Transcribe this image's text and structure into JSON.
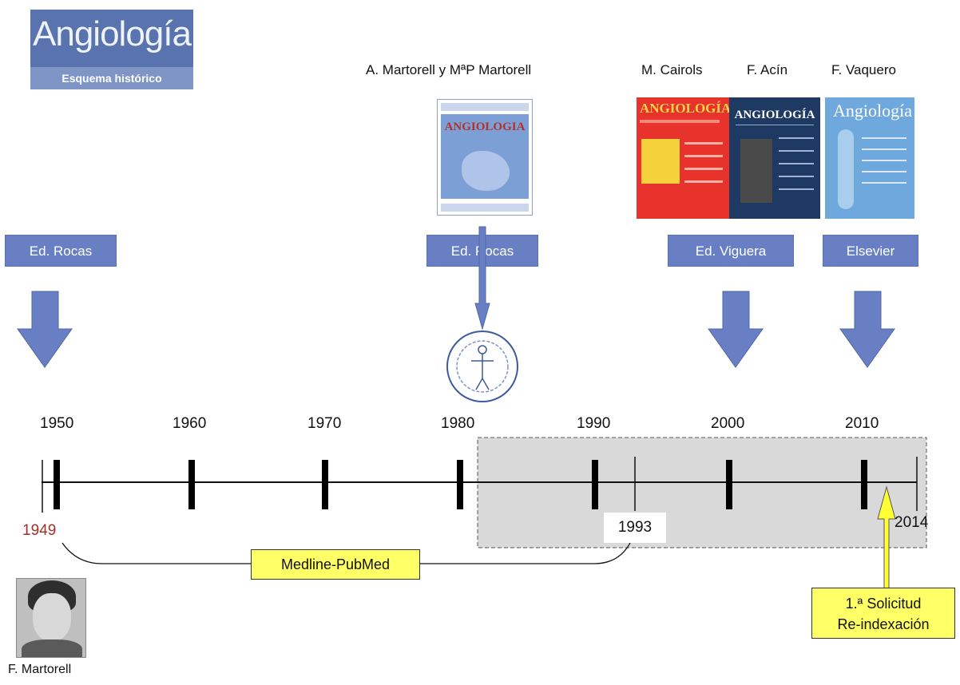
{
  "logo": {
    "title": "Angiología",
    "subtitle": "Esquema histórico"
  },
  "editors": [
    {
      "name": "A. Martorell  y MªP Martorell"
    },
    {
      "name": "M. Cairols"
    },
    {
      "name": "F. Acín"
    },
    {
      "name": "F. Vaquero"
    }
  ],
  "publishers": [
    {
      "label": "Ed. Rocas"
    },
    {
      "label": "Ed. Rocas"
    },
    {
      "label": "Ed. Viguera"
    },
    {
      "label": "Elsevier"
    }
  ],
  "covers": [
    {
      "title": "ANGIOLOGIA",
      "color": "#7c9fd6"
    },
    {
      "title": "ANGIOLOGÍA",
      "color": "#e8322c"
    },
    {
      "title": "ANGIOLOGÍA",
      "color": "#1e3a63"
    },
    {
      "title": "Angiología",
      "color": "#6fa8dc"
    }
  ],
  "timeline": {
    "decades": [
      "1950",
      "1960",
      "1970",
      "1980",
      "1990",
      "2000",
      "2010"
    ],
    "start_year": "1949",
    "medline_year": "1993",
    "end_year": "2014",
    "colors": {
      "start_year": "#a0302a",
      "arrow": "#6880c3",
      "highlight": "#ffff33"
    }
  },
  "notes": {
    "medline": "Medline-PubMed",
    "reindex_line1": "1.ª Solicitud",
    "reindex_line2": "Re-indexación"
  },
  "founder": {
    "name": "F. Martorell"
  }
}
